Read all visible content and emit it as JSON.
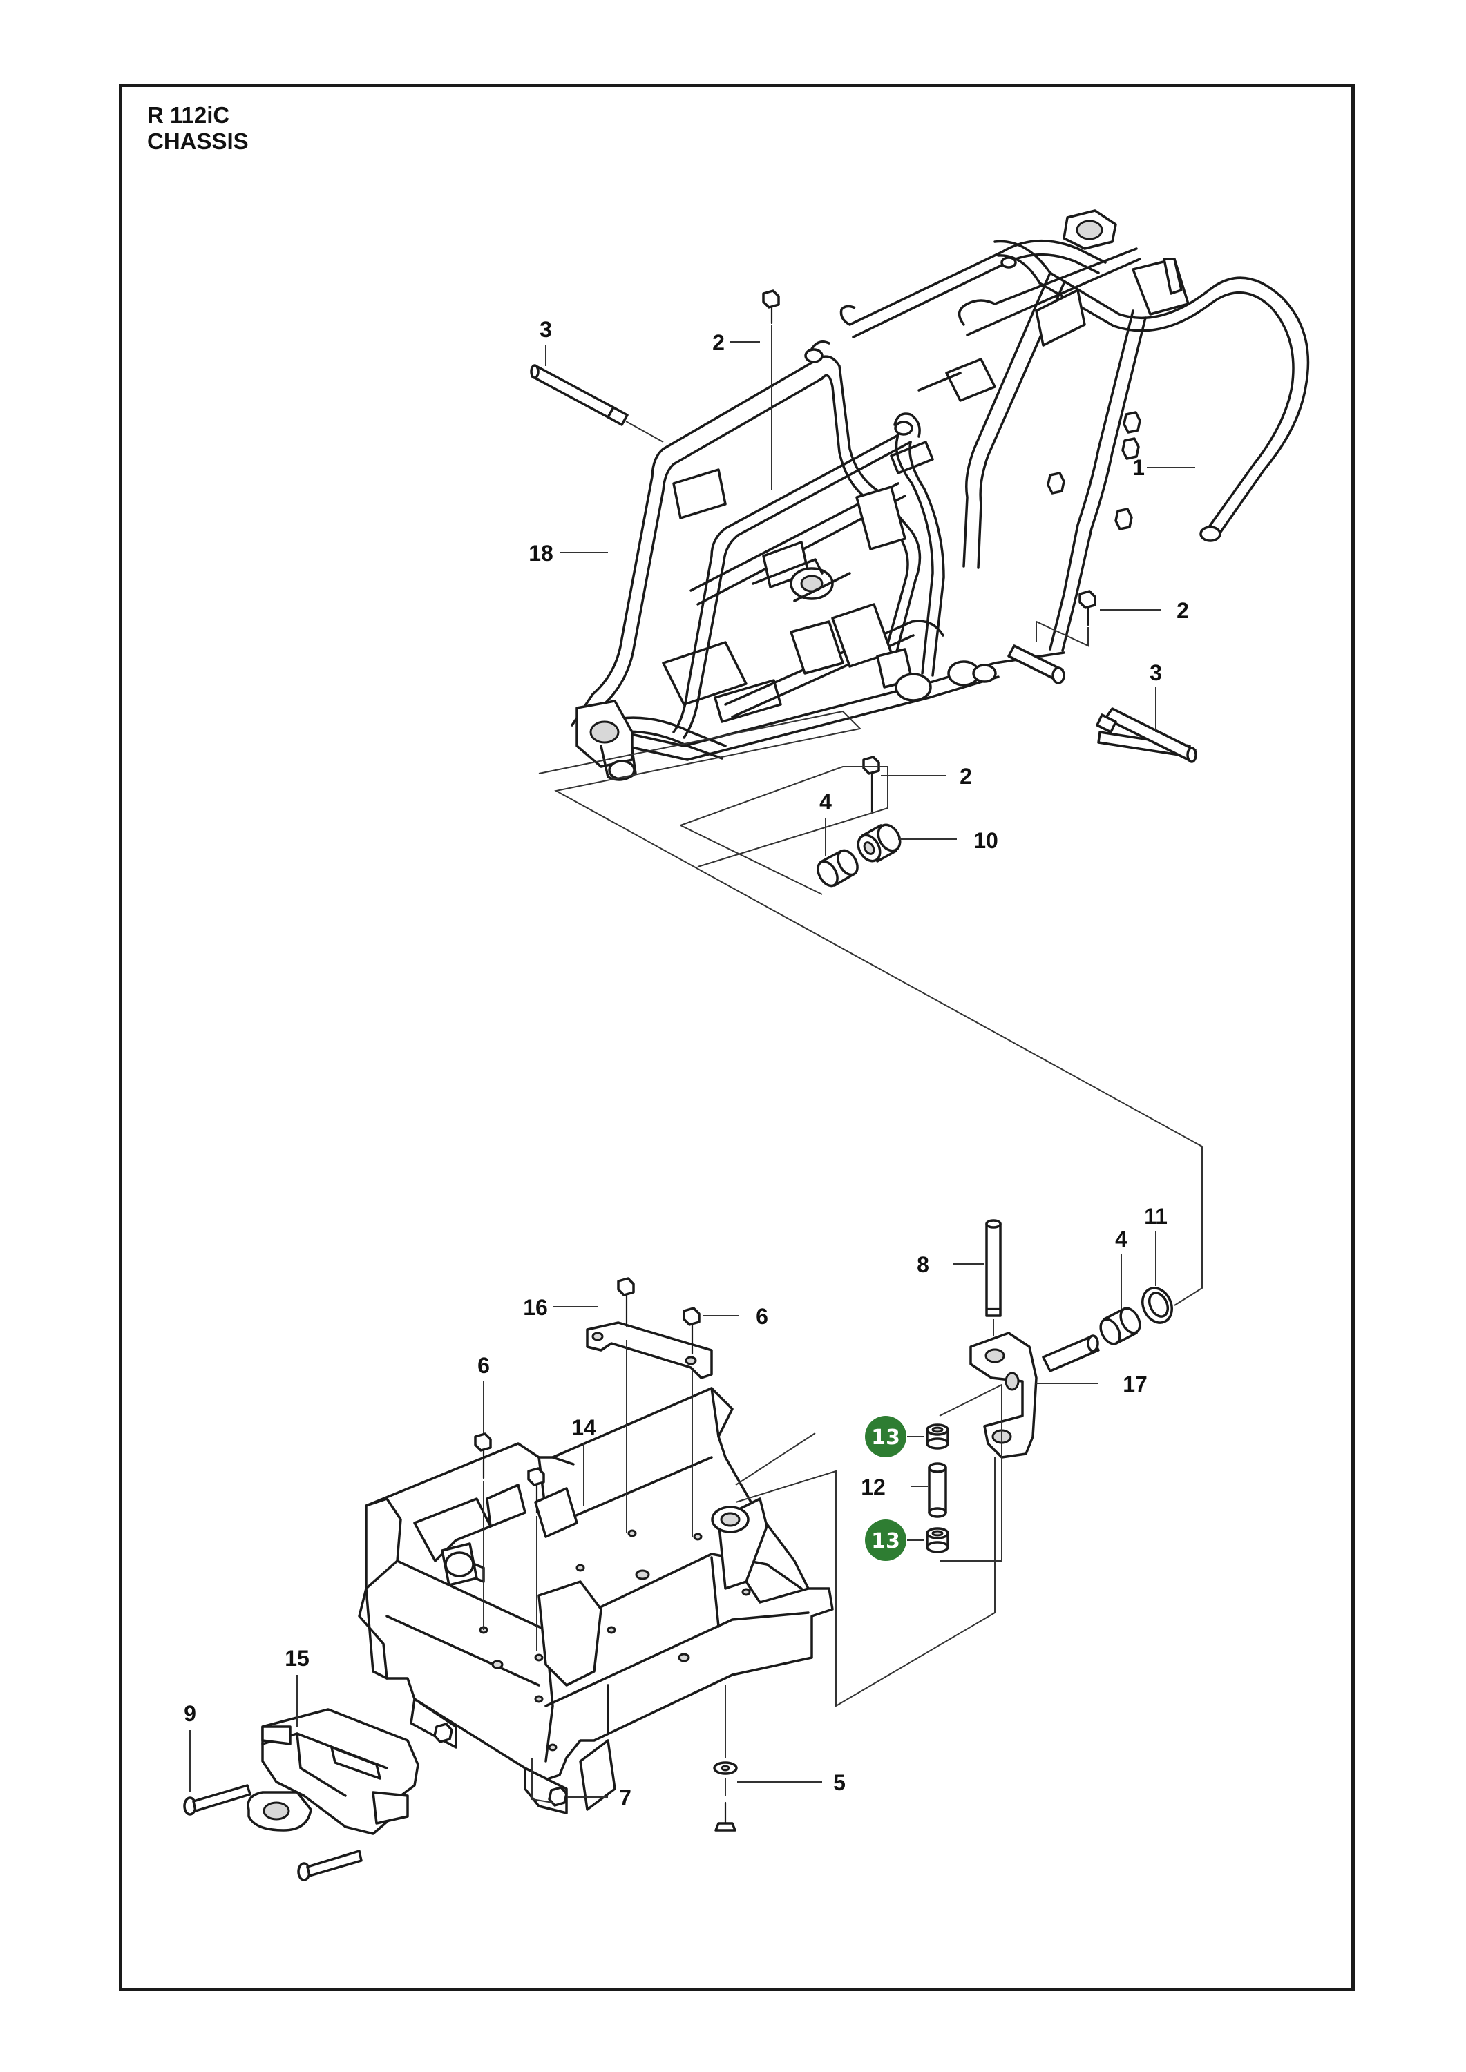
{
  "header": {
    "model": "R 112iC",
    "section": "CHASSIS"
  },
  "colors": {
    "frame": "#1a1a1a",
    "highlight_badge": "#2e7d32"
  },
  "callouts": [
    {
      "id": "c1",
      "label": "1"
    },
    {
      "id": "c2a",
      "label": "2"
    },
    {
      "id": "c2b",
      "label": "2"
    },
    {
      "id": "c2c",
      "label": "2"
    },
    {
      "id": "c3a",
      "label": "3"
    },
    {
      "id": "c3b",
      "label": "3"
    },
    {
      "id": "c4a",
      "label": "4"
    },
    {
      "id": "c4b",
      "label": "4"
    },
    {
      "id": "c5",
      "label": "5"
    },
    {
      "id": "c6a",
      "label": "6"
    },
    {
      "id": "c6b",
      "label": "6"
    },
    {
      "id": "c7",
      "label": "7"
    },
    {
      "id": "c8",
      "label": "8"
    },
    {
      "id": "c9",
      "label": "9"
    },
    {
      "id": "c10",
      "label": "10"
    },
    {
      "id": "c11",
      "label": "11"
    },
    {
      "id": "c12",
      "label": "12"
    },
    {
      "id": "c13a",
      "label": "13",
      "highlighted": true
    },
    {
      "id": "c13b",
      "label": "13",
      "highlighted": true
    },
    {
      "id": "c14",
      "label": "14"
    },
    {
      "id": "c15",
      "label": "15"
    },
    {
      "id": "c16",
      "label": "16"
    },
    {
      "id": "c17",
      "label": "17"
    },
    {
      "id": "c18",
      "label": "18"
    }
  ]
}
